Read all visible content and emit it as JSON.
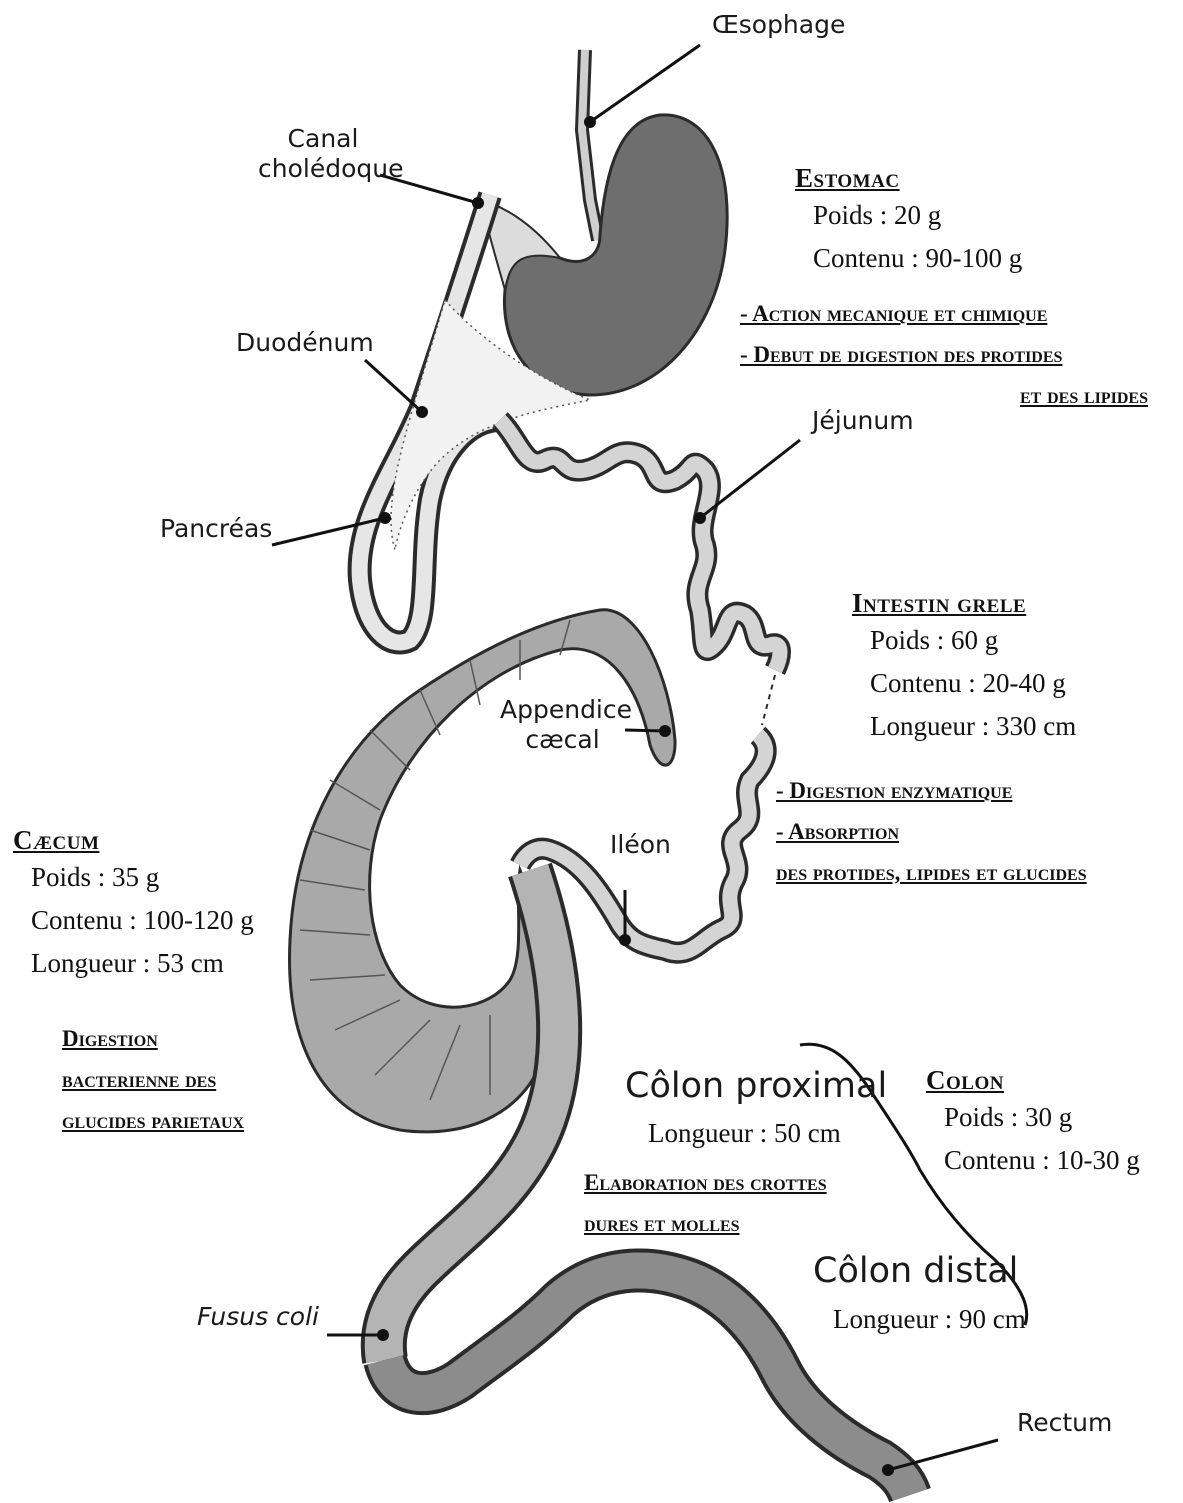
{
  "labels": {
    "oesophage": "Œsophage",
    "canal_line1": "Canal",
    "canal_line2": "cholédoque",
    "duodenum": "Duodénum",
    "pancreas": "Pancréas",
    "jejunum": "Jéjunum",
    "appendice_line1": "Appendice",
    "appendice_line2": "cæcal",
    "ileon": "Iléon",
    "colon_proximal": "Côlon proximal",
    "colon_distal": "Côlon distal",
    "fusus_coli": "Fusus coli",
    "rectum": "Rectum"
  },
  "estomac": {
    "title": "Estomac",
    "poids": "Poids : 20 g",
    "contenu": "Contenu : 90-100 g",
    "role1": "- Action mecanique et chimique",
    "role2": "- Debut de digestion des protides",
    "role3": "et des lipides"
  },
  "intestin": {
    "title": "Intestin grele",
    "poids": "Poids : 60 g",
    "contenu": "Contenu : 20-40 g",
    "longueur": "Longueur : 330 cm",
    "role1": "- Digestion enzymatique",
    "role2": "- Absorption",
    "role3": "des protides, lipides et glucides"
  },
  "caecum": {
    "title": "Cæcum",
    "poids": "Poids : 35 g",
    "contenu": "Contenu : 100-120 g",
    "longueur": "Longueur : 53 cm",
    "role1": "Digestion",
    "role2": "bacterienne des",
    "role3": "glucides parietaux"
  },
  "colon": {
    "title": "Colon",
    "poids": "Poids : 30 g",
    "contenu": "Contenu : 10-30 g",
    "proximal_longueur": "Longueur : 50 cm",
    "distal_longueur": "Longueur : 90 cm",
    "role1": "Elaboration des crottes",
    "role2": "dures et molles"
  },
  "colors": {
    "stomach": "#6e6e6e",
    "small_intestine": "#d4d4d4",
    "caecum": "#a9a9a9",
    "colon": "#8c8c8c",
    "outline": "#2b2b2b"
  }
}
